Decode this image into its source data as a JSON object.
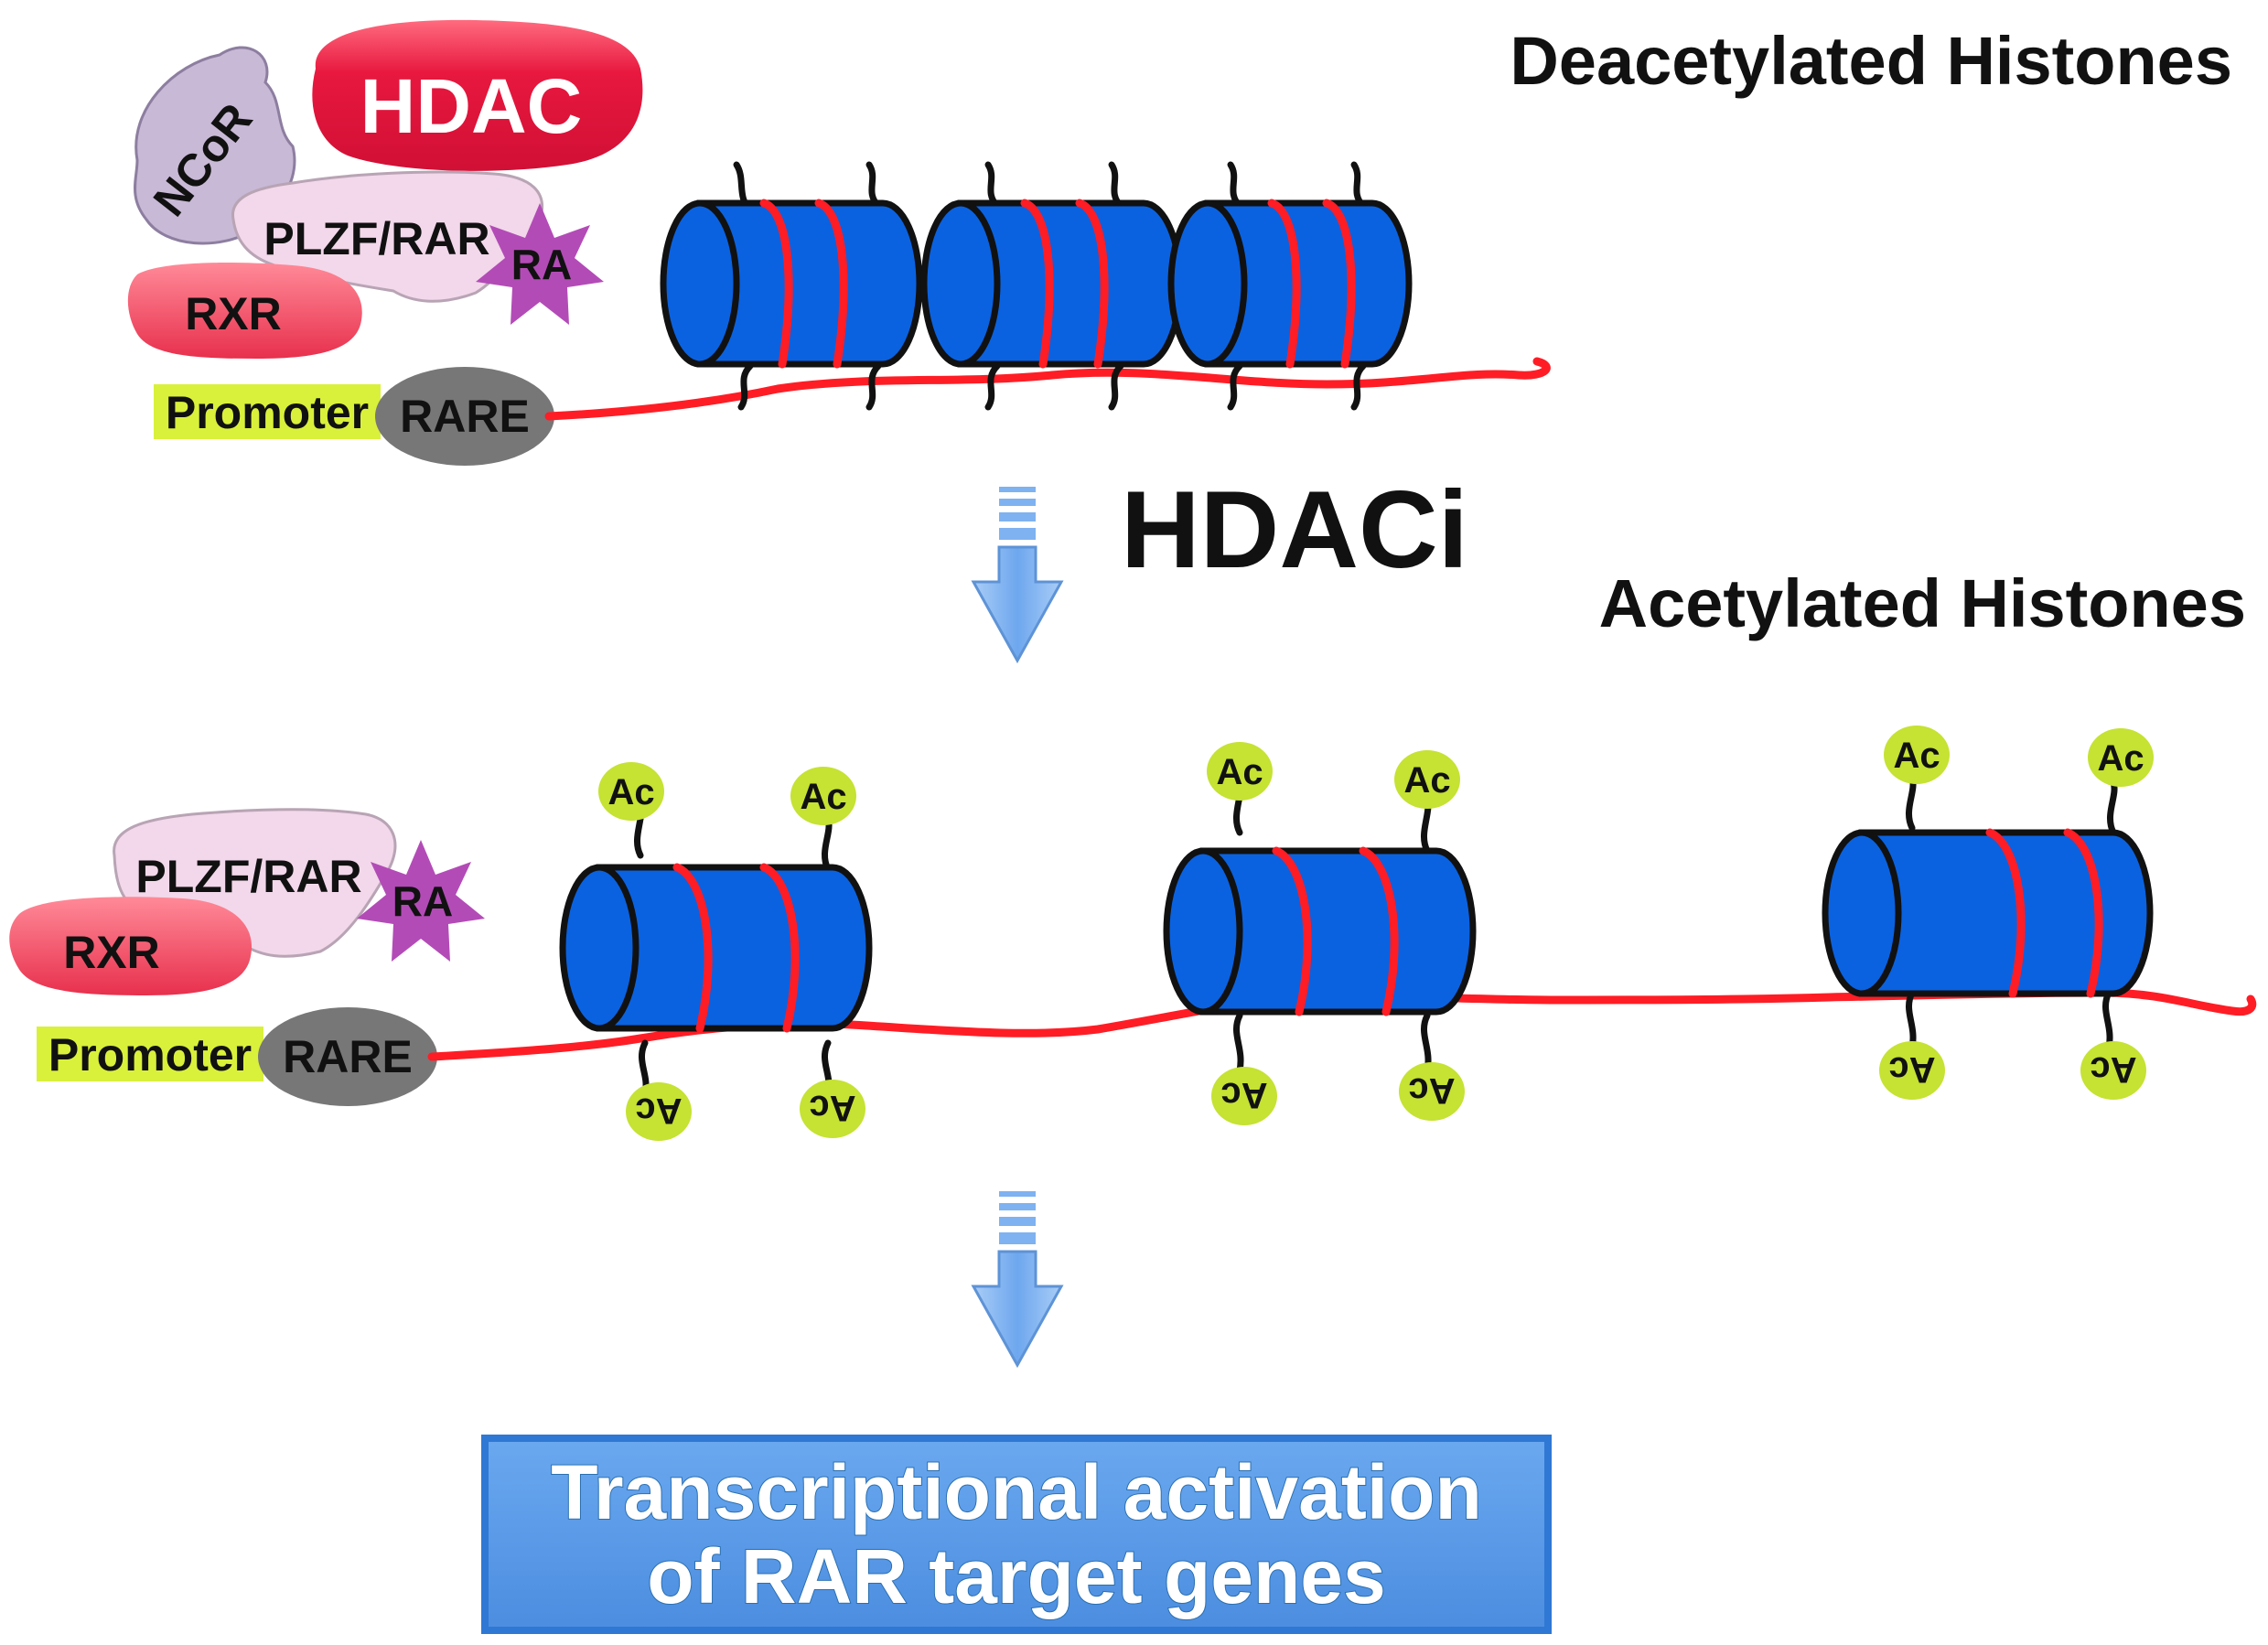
{
  "labels": {
    "deacetylated": "Deacetylated Histones",
    "acetylated": "Acetylated Histones",
    "hdaci": "HDACi",
    "result_line1": "Transcriptional activation",
    "result_line2": "of RAR target genes"
  },
  "proteins": {
    "hdac": "HDAC",
    "ncor": "NCoR",
    "plzf_rar": "PLZF/RAR",
    "ra": "RA",
    "rxr": "RXR",
    "promoter": "Promoter",
    "rare": "RARE"
  },
  "acetyl_mark": "Ac",
  "colors": {
    "hdac": "#e8183f",
    "ncor": "#c8b9d6",
    "plzf_rar": "#f2d8ea",
    "ra": "#b34bb7",
    "rxr": "#f0455e",
    "promoter": "#d9f13a",
    "rare": "#777777",
    "dna": "#ff1d25",
    "histone": "#0a62e0",
    "acetyl": "#c6e233",
    "arrow": "#7fb2f0",
    "result_box": "#5a9ae6"
  }
}
